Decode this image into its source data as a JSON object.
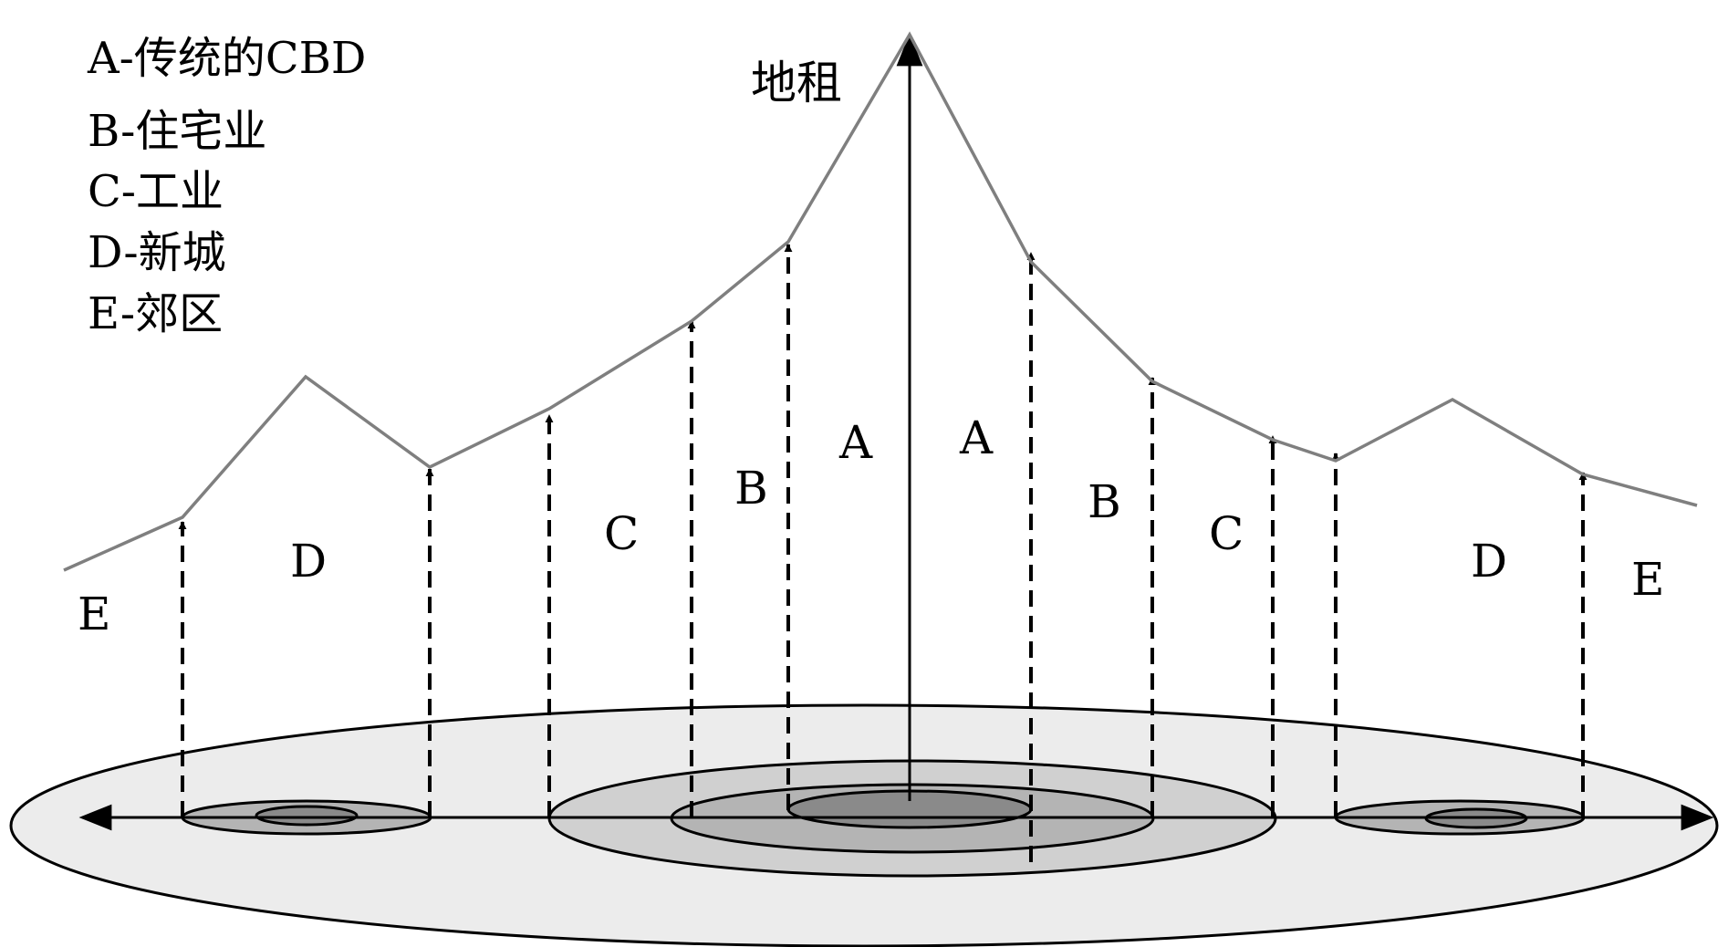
{
  "legend": [
    "A-传统的CBD",
    "B-住宅业",
    "C-工业",
    "D-新城",
    "E-郊区"
  ],
  "axis": {
    "y_label": "地租"
  },
  "zones": {
    "left": [
      "E",
      "D",
      "C",
      "B",
      "A"
    ],
    "right": [
      "A",
      "B",
      "C",
      "D",
      "E"
    ]
  },
  "colors": {
    "outer_disc": "#ececec",
    "ring_light": "#d0d0d0",
    "ring_mid": "#b4b4b4",
    "ring_dark": "#8a8a8a",
    "rent_curve": "#7f7f7f",
    "lines": "#000000"
  }
}
